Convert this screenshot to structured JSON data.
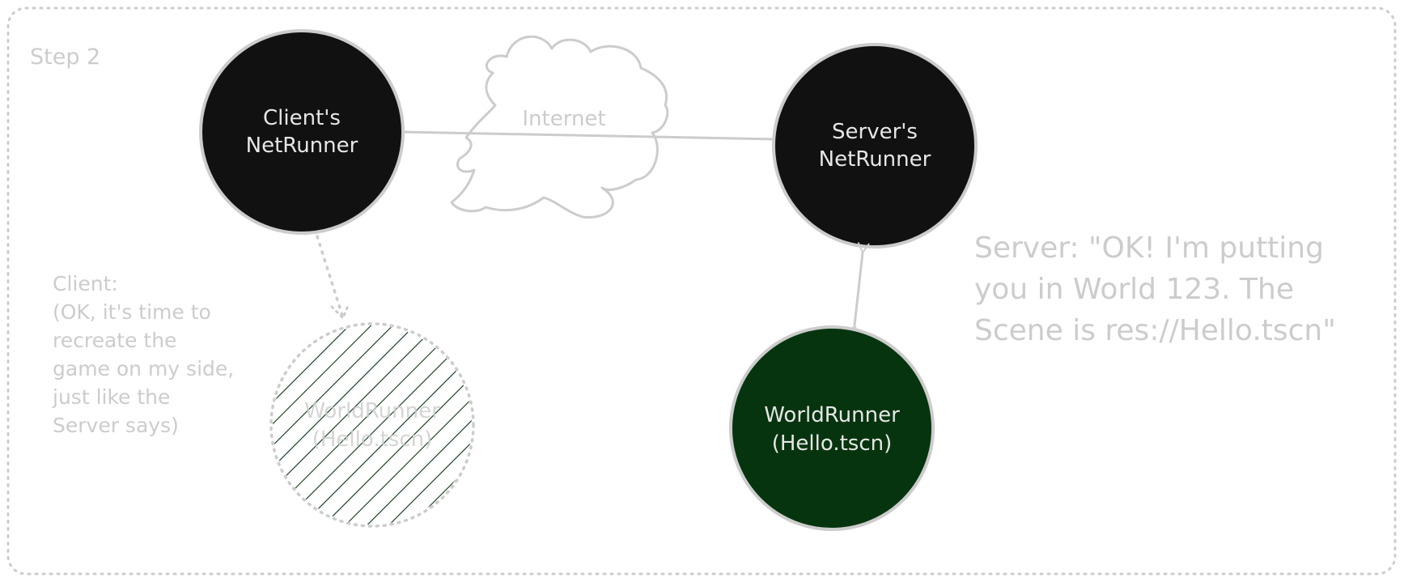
{
  "step_label": "Step 2",
  "client_node": {
    "line1": "Client's",
    "line2": "NetRunner"
  },
  "server_node": {
    "line1": "Server's",
    "line2": "NetRunner"
  },
  "internet_label": "Internet",
  "server_world": {
    "line1": "WorldRunner",
    "line2": "(Hello.tscn)"
  },
  "client_world": {
    "line1": "WorldRunner",
    "line2": "(Hello.tscn)"
  },
  "client_note": [
    "Client:",
    "(OK, it's time to",
    "recreate the",
    "game on my side,",
    "just like the",
    "Server says)"
  ],
  "server_note": [
    "Server: \"OK! I'm putting",
    "you in World 123. The",
    "Scene is res://Hello.tscn\""
  ],
  "colors": {
    "stroke": "#cccccc",
    "node_fill": "#111111",
    "world_fill": "#06340e",
    "hatch": "#06340e",
    "node_text": "#e6e6e6",
    "faded_text": "#cccccc"
  }
}
